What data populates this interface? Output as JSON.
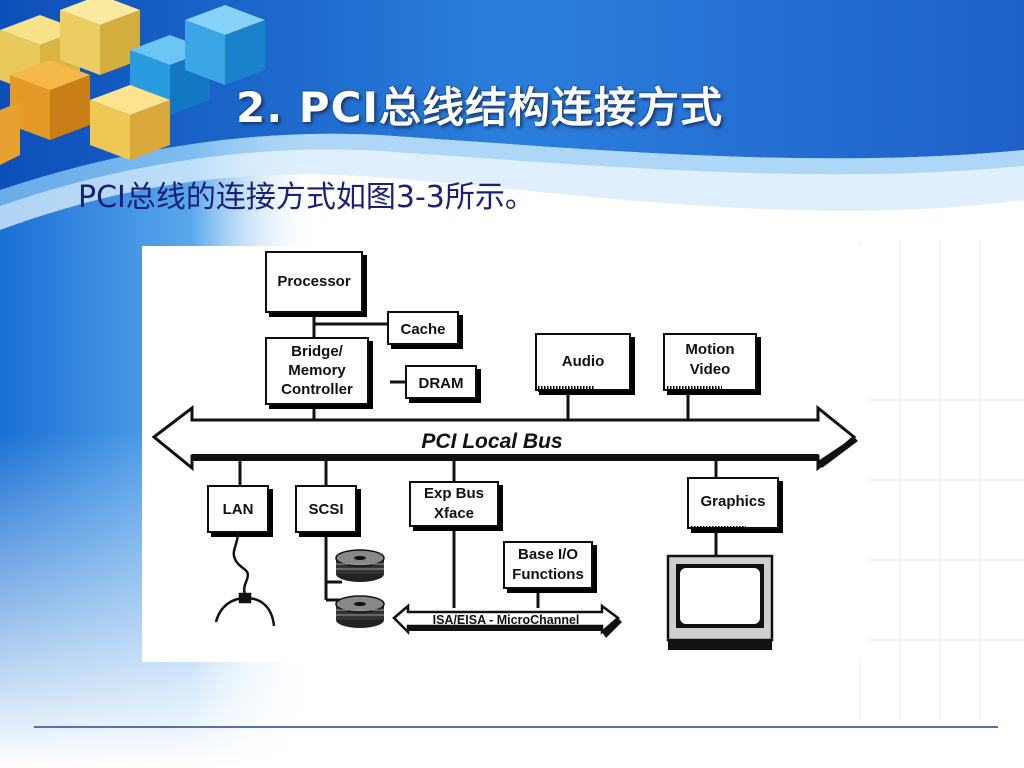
{
  "slide": {
    "title": "2. PCI总线结构连接方式",
    "subtitle": "PCI总线的连接方式如图3-3所示。"
  },
  "diagram": {
    "bus_label": "PCI Local Bus",
    "isa_bus_label": "ISA/EISA - MicroChannel",
    "processor": "Processor",
    "cache": "Cache",
    "bridge_line1": "Bridge/",
    "bridge_line2": "Memory",
    "bridge_line3": "Controller",
    "dram": "DRAM",
    "audio": "Audio",
    "motion_line1": "Motion",
    "motion_line2": "Video",
    "lan": "LAN",
    "scsi": "SCSI",
    "expbus_line1": "Exp Bus",
    "expbus_line2": "Xface",
    "baseio_line1": "Base I/O",
    "baseio_line2": "Functions",
    "graphics": "Graphics"
  },
  "colors": {
    "title_text": "#ffffff",
    "subtitle_text": "#1a1f7a",
    "background_blue": "#1e63c4",
    "footer_line": "#5a6fb0"
  }
}
